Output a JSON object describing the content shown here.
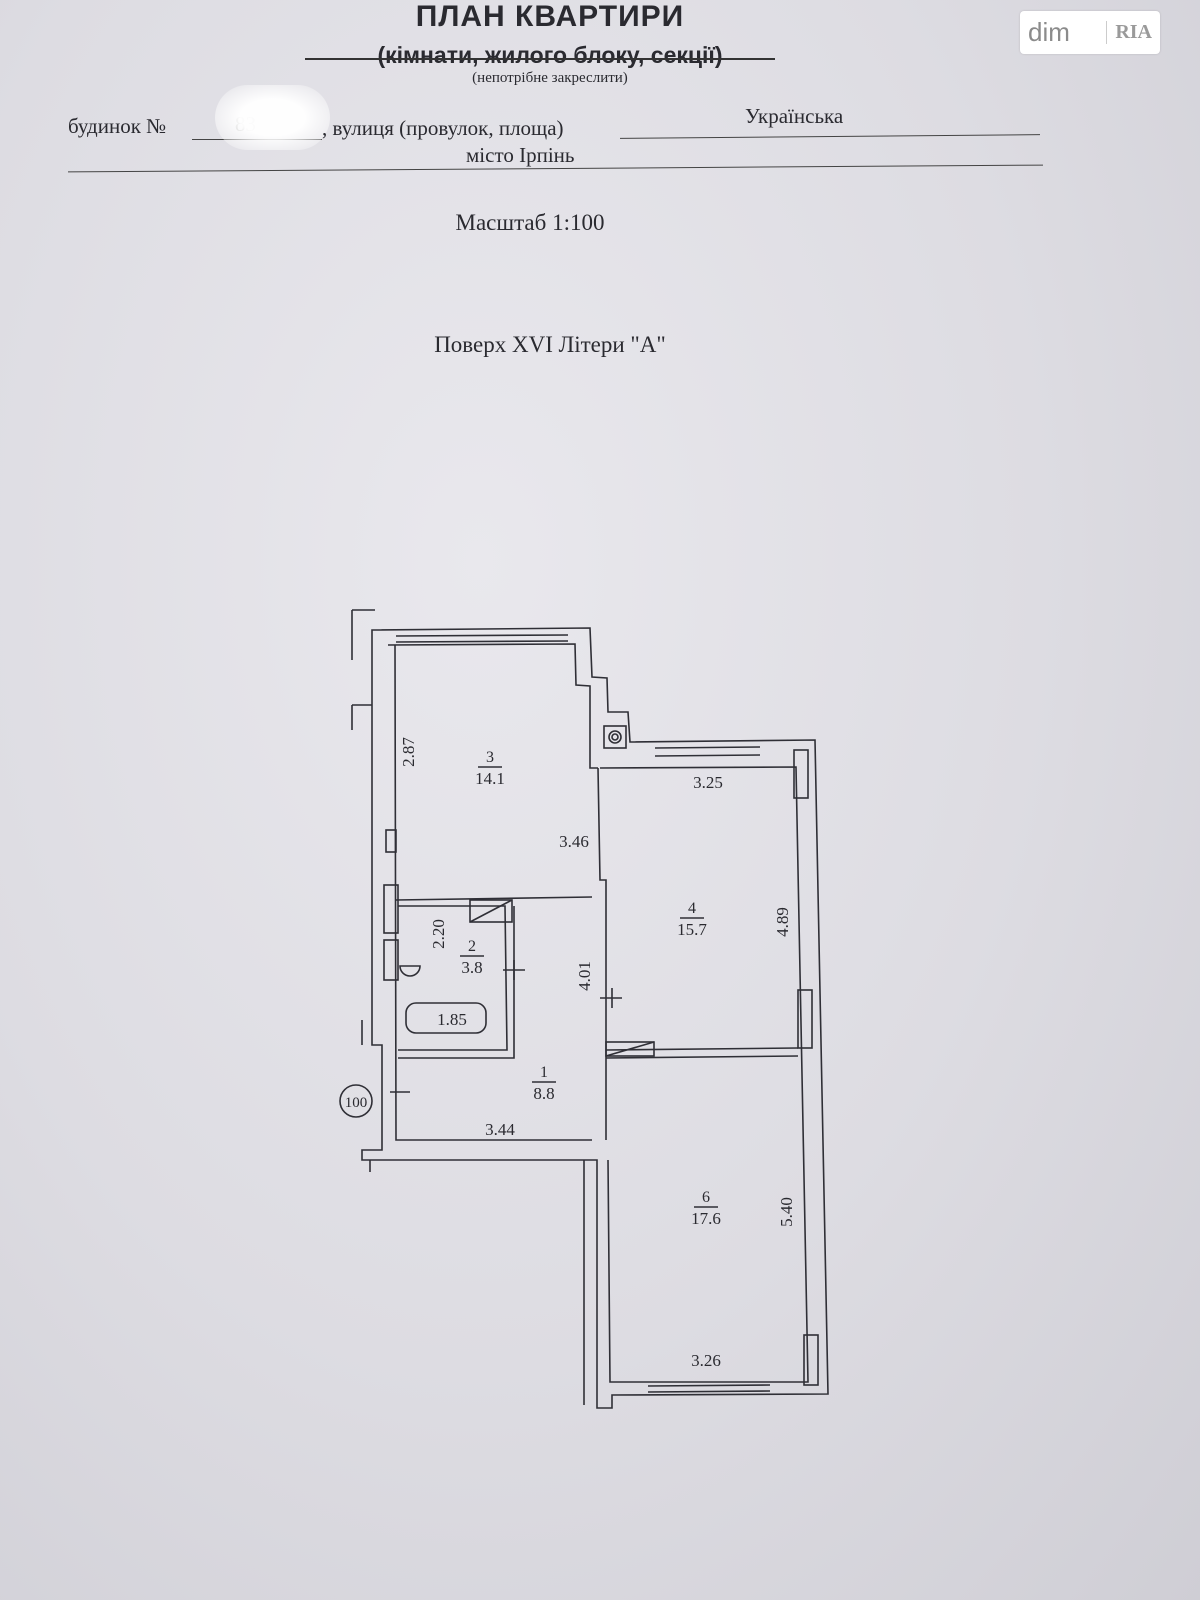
{
  "header": {
    "title": "ПЛАН КВАРТИРИ",
    "subtitle": "(кімнати, жилого блоку, секції)",
    "note": "(непотрібне закреслити)",
    "house_label": "будинок №",
    "house_number": "83",
    "street_label": ", вулиця (провулок, площа)",
    "street_name": "Українська",
    "city": "місто Ірпінь"
  },
  "scale": "Масштаб 1:100",
  "floor": "Поверх XVI Літери \"А\"",
  "watermark": {
    "brand": "dim",
    "brand2": "RIA"
  },
  "plan": {
    "rooms": [
      {
        "number": "3",
        "area": "14.1"
      },
      {
        "number": "4",
        "area": "15.7"
      },
      {
        "number": "2",
        "area": "3.8"
      },
      {
        "number": "1",
        "area": "8.8"
      },
      {
        "number": "6",
        "area": "17.6"
      }
    ],
    "dimensions": {
      "d287": "2.87",
      "d346": "3.46",
      "d325": "3.25",
      "d489": "4.89",
      "d220": "2.20",
      "d401": "4.01",
      "d185": "1.85",
      "d344": "3.44",
      "d540": "5.40",
      "d326": "3.26"
    },
    "marker": "100"
  }
}
